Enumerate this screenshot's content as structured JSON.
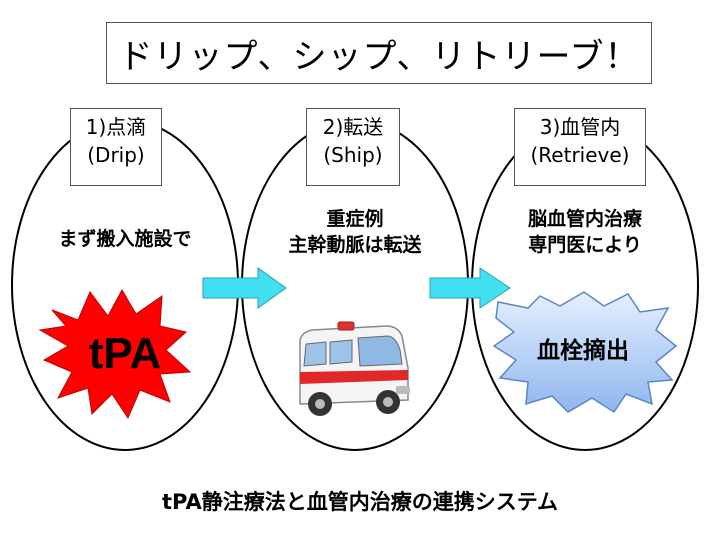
{
  "title": "ドリップ、シップ、リトリーブ！",
  "stages": [
    {
      "label": "1)点滴",
      "sub": "(Drip)",
      "desc": [
        "まず搬入施設で"
      ],
      "badge": "tPA"
    },
    {
      "label": "2)転送",
      "sub": "(Ship)",
      "desc": [
        "重症例",
        "主幹動脈は転送"
      ]
    },
    {
      "label": "3)血管内",
      "sub": "(Retrieve)",
      "desc": [
        "脳血管内治療",
        "専門医により"
      ],
      "badge": "血栓摘出"
    }
  ],
  "footer": "tPA静注療法と血管内治療の連携システム",
  "colors": {
    "burst_red": "#ff0000",
    "arrow": "#40e0f0",
    "burst_blue": "#b8d4f8"
  },
  "icons": [
    "ambulance-icon",
    "right-arrow-icon"
  ]
}
